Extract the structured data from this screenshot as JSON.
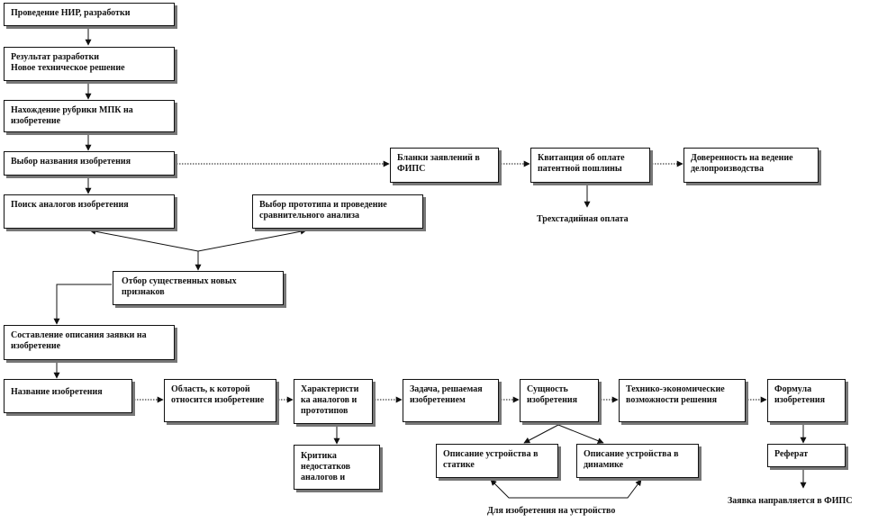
{
  "boxes": {
    "b1": "Проведение НИР, разработки",
    "b2": "Результат разработки\nНовое техническое  решение",
    "b3": "Нахождение  рубрики  МПК  на изобретение",
    "b4": "Выбор названия изобретения",
    "b5": "Поиск аналогов изобретения",
    "b6": "Выбор прототипа и проведение сравнительного анализа",
    "b7": "Отбор существенных новых признаков",
    "b8": "Составление  описания  заявки на изобретение",
    "b9": "Название изобретения",
    "b10": "Область, к которой относится изобретение",
    "b11": "Характеристи ка аналогов и прототипов",
    "b12": "Критика недостатков аналогов и",
    "b13": "Задача, решаемая изобретением",
    "b14": "Сущность изобретения",
    "b15": "Описание устройства в статике",
    "b16": "Описание  устройства в динамике",
    "b17": "Технико-экономические возможности решения",
    "b18": "Формула изобретения",
    "b19": "Реферат",
    "b20": "Бланки заявлений в ФИПС",
    "b21": "Квитанция об оплате патентной пошлины",
    "b22": "Доверенность на ведение делопроизводства"
  },
  "labels": {
    "l1": "Трехстадийная оплата",
    "l2": "Для изобретения на устройство",
    "l3": "Заявка направляется в ФИПС"
  }
}
